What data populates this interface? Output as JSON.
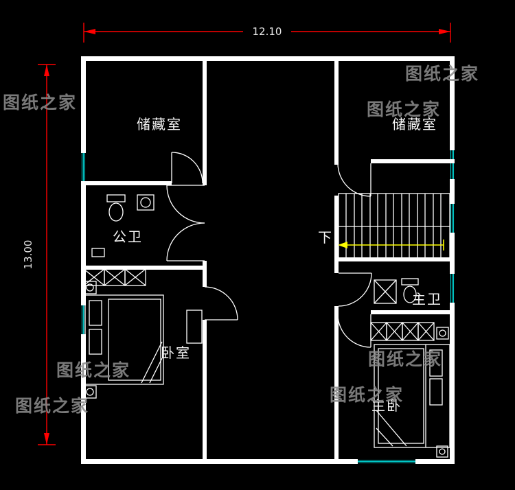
{
  "colors": {
    "background": "#000000",
    "wall": "#ffffff",
    "window": "#00cbcb",
    "dimension": "#ff0000",
    "stair_arrow": "#ffff00",
    "watermark": "#8a8a8a",
    "label": "#f5f5f5"
  },
  "dimensions": {
    "width": "12.10",
    "height": "13.00"
  },
  "rooms": {
    "storage_left": "储藏室",
    "storage_right": "储藏室",
    "public_bathroom": "公卫",
    "bedroom": "卧室",
    "master_bathroom": "主卫",
    "master_bedroom": "主卧",
    "stairs_down": "下"
  },
  "watermark": {
    "text": "图纸之家"
  }
}
